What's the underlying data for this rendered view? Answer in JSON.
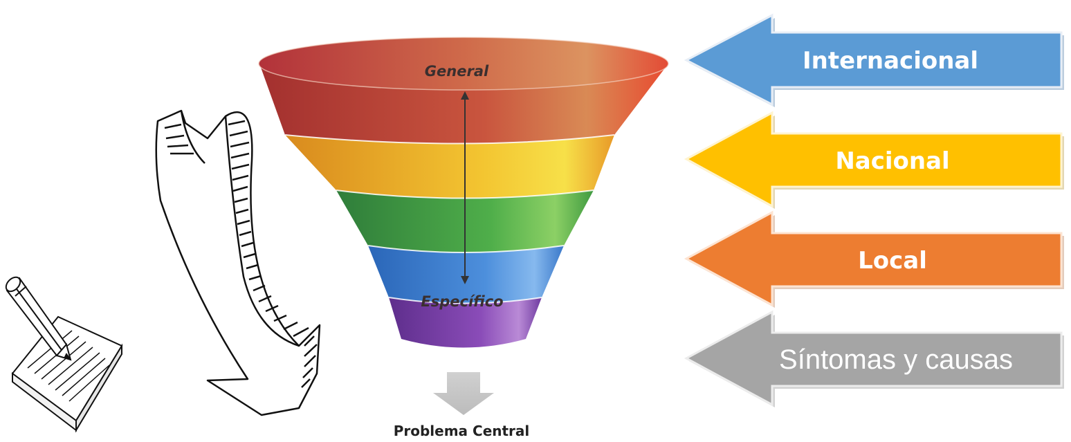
{
  "funnel": {
    "top_label": "General",
    "bottom_label": "Específico",
    "result_label": "Problema Central",
    "band_colors": [
      "#c23b32",
      "#f0b220",
      "#43a047",
      "#3b7fd0",
      "#7a3fa8"
    ]
  },
  "levels": [
    {
      "label": "Internacional",
      "color": "#5b9bd5"
    },
    {
      "label": "Nacional",
      "color": "#ffc000"
    },
    {
      "label": "Local",
      "color": "#ed7d31"
    },
    {
      "label": "Síntomas y causas",
      "color": "#a5a5a5"
    }
  ],
  "icons": {
    "curved_arrow": "sketched-curved-down-arrow",
    "notepad": "pencil-notepad",
    "down_arrow": "gray-down-arrow"
  }
}
